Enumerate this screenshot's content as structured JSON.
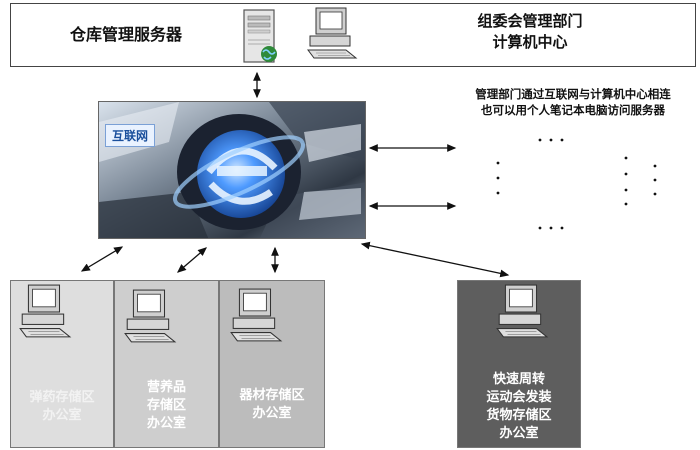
{
  "server": {
    "label": "仓库管理服务器"
  },
  "management": {
    "line1": "组委会管理部门",
    "line2": "计算机中心"
  },
  "note": {
    "line1": "管理部门通过互联网与计算机中心相连",
    "line2": "也可以用个人笔记本电脑访问服务器"
  },
  "internet": {
    "label": "互联网"
  },
  "offices": [
    {
      "lines": [
        "弹药存储区",
        "办公室"
      ]
    },
    {
      "lines": [
        "营养品",
        "存储区",
        "办公室"
      ]
    },
    {
      "lines": [
        "器材存储区",
        "办公室"
      ]
    },
    {
      "lines": [
        "快速周转",
        "运动会发装",
        "货物存储区",
        "办公室"
      ]
    }
  ],
  "colors": {
    "internet_blue": "#2a6fd6",
    "panel_steel": "#6f7a88"
  },
  "icons": [
    "server-icon",
    "computer-icon",
    "globe-icon",
    "internet-explorer-icon"
  ]
}
